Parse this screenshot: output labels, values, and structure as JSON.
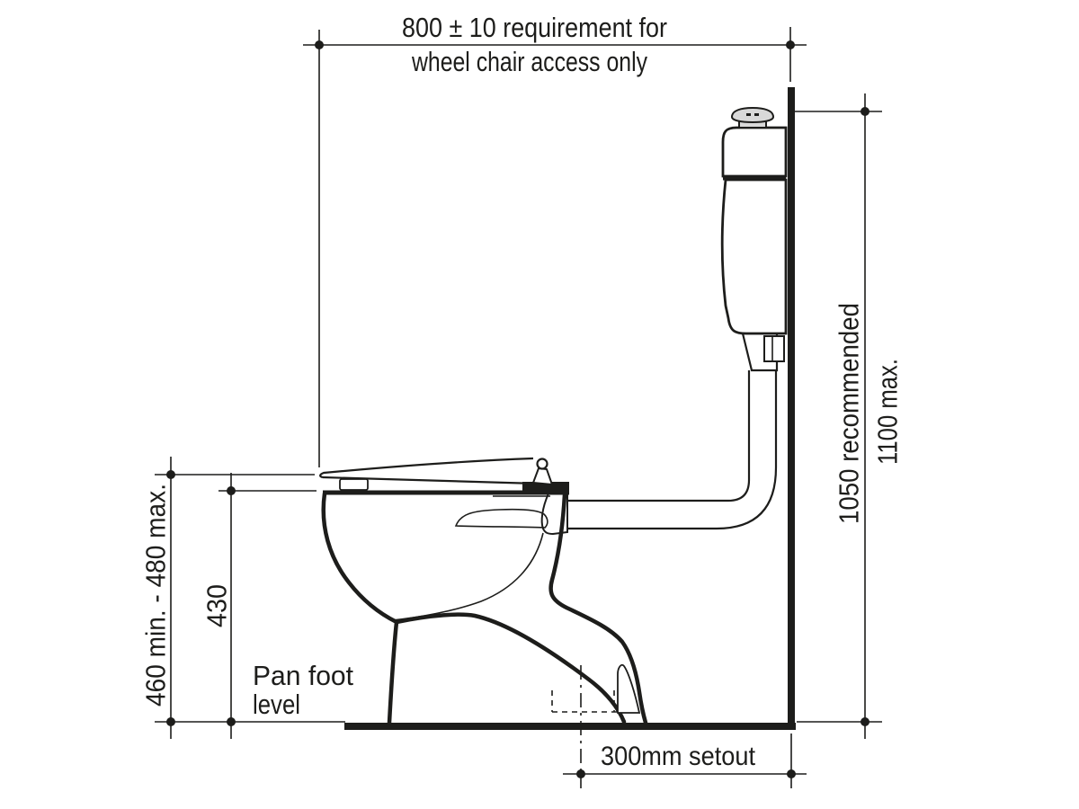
{
  "diagram": {
    "kind": "toilet-installation-side-elevation",
    "ink_color": "#1d1d1b",
    "background_color": "#ffffff",
    "button_fill_color": "#d9d9d9"
  },
  "labels": {
    "top_dimension": {
      "line1": "800 ± 10 requirement for",
      "line2": "wheel chair access only"
    },
    "button_height": {
      "recommended": "1050 recommended",
      "maximum": "1100 max."
    },
    "seat_height": "460 min. - 480 max.",
    "pan_rim_height": "430",
    "floor_reference": {
      "line1": "Pan foot",
      "line2": "level"
    },
    "setout": "300mm setout"
  }
}
